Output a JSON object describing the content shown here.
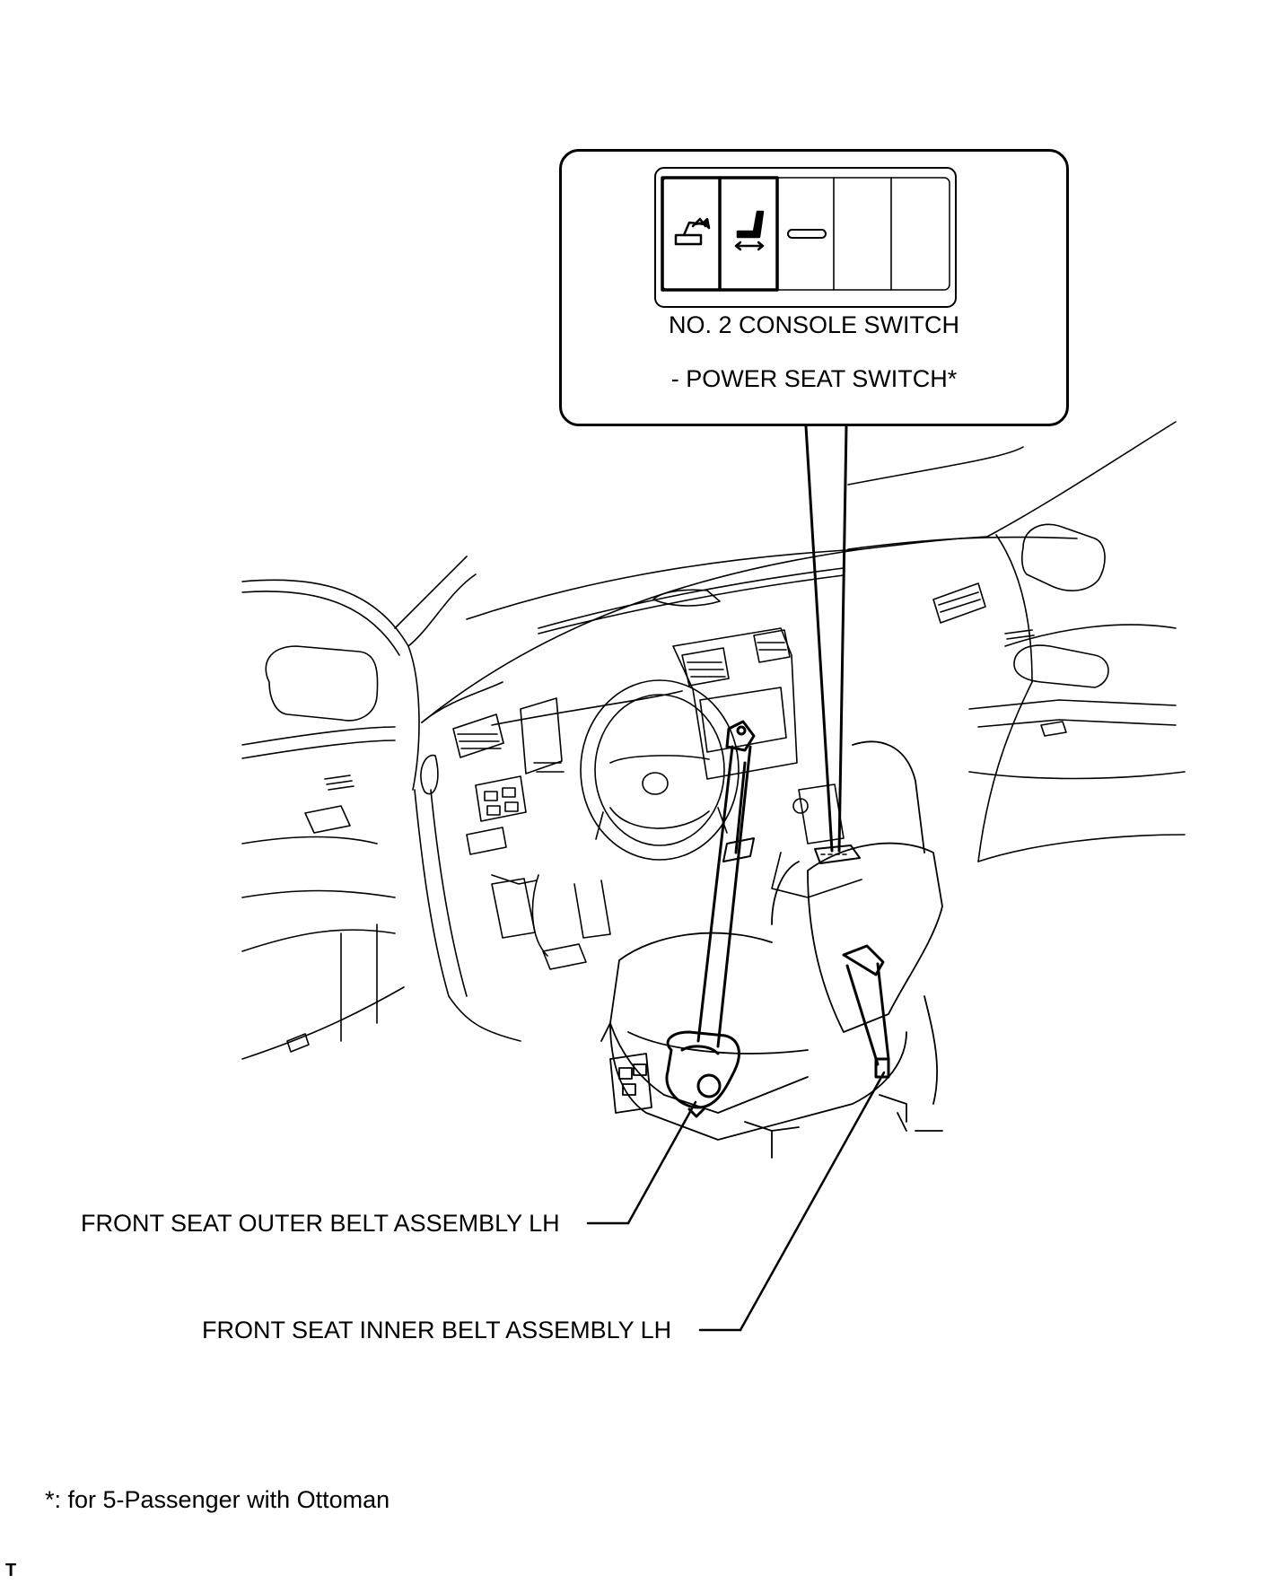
{
  "callout": {
    "switch_name": "NO. 2 CONSOLE SWITCH",
    "switch_sub": "- POWER SEAT SWITCH*",
    "switch_icons": [
      "ottoman-seat-icon",
      "seat-slide-icon",
      "blank-slot-icon"
    ]
  },
  "labels": {
    "outer_belt": "FRONT SEAT OUTER BELT ASSEMBLY LH",
    "inner_belt": "FRONT SEAT INNER BELT ASSEMBLY LH"
  },
  "footnote": "*: for 5-Passenger with Ottoman",
  "corner_mark": "T"
}
